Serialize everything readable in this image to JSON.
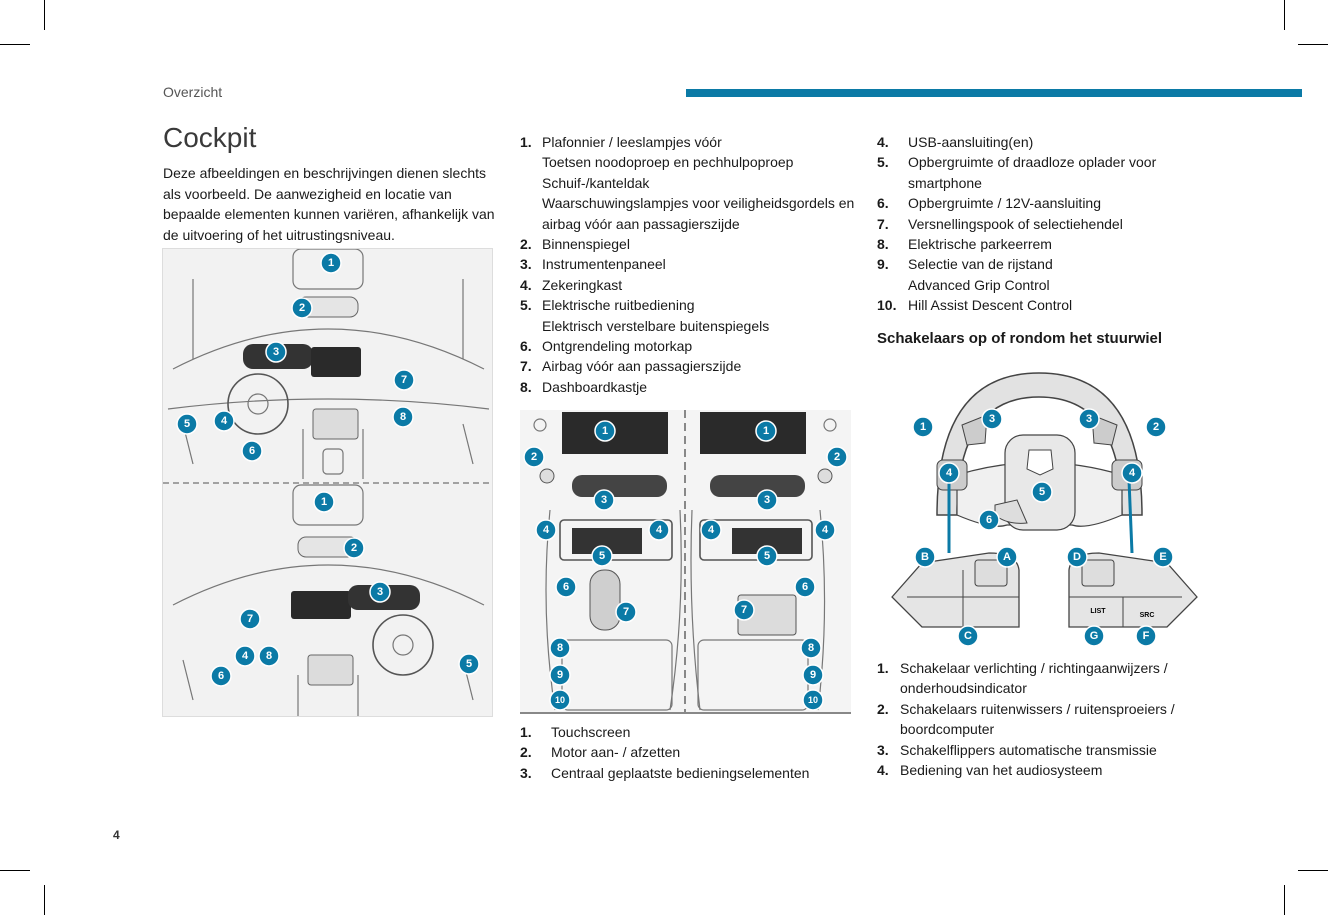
{
  "header": {
    "section_label": "Overzicht"
  },
  "page": {
    "title": "Cockpit",
    "number": "4"
  },
  "intro": "Deze afbeeldingen en beschrijvingen dienen slechts als voorbeeld. De aanwezigheid en locatie van bepaalde elementen kunnen variëren, afhankelijk van de uitvoering of het uitrustingsniveau.",
  "cockpit_list": [
    {
      "num": "1.",
      "text": "Plafonnier / leeslampjes vóór"
    },
    {
      "num": "",
      "text": "Toetsen noodoproep en pechhulpoproep"
    },
    {
      "num": "",
      "text": "Schuif-/kanteldak"
    },
    {
      "num": "",
      "text": "Waarschuwingslampjes voor veiligheidsgordels en airbag vóór aan passagierszijde"
    },
    {
      "num": "2.",
      "text": "Binnenspiegel"
    },
    {
      "num": "3.",
      "text": "Instrumentenpaneel"
    },
    {
      "num": "4.",
      "text": "Zekeringkast"
    },
    {
      "num": "5.",
      "text": "Elektrische ruitbediening"
    },
    {
      "num": "",
      "text": "Elektrisch verstelbare buitenspiegels"
    },
    {
      "num": "6.",
      "text": "Ontgrendeling motorkap"
    },
    {
      "num": "7.",
      "text": "Airbag vóór aan passagierszijde"
    },
    {
      "num": "8.",
      "text": "Dashboardkastje"
    }
  ],
  "console_list_a": [
    {
      "num": "1.",
      "text": "Touchscreen"
    },
    {
      "num": "2.",
      "text": "Motor aan- / afzetten"
    },
    {
      "num": "3.",
      "text": "Centraal geplaatste bedieningselementen"
    }
  ],
  "console_list_b": [
    {
      "num": "4.",
      "text": "USB-aansluiting(en)"
    },
    {
      "num": "5.",
      "text": "Opbergruimte of draadloze oplader voor smartphone"
    },
    {
      "num": "6.",
      "text": "Opbergruimte / 12V-aansluiting"
    },
    {
      "num": "7.",
      "text": "Versnellingspook of selectiehendel"
    },
    {
      "num": "8.",
      "text": "Elektrische parkeerrem"
    },
    {
      "num": "9.",
      "text": "Selectie van de rijstand"
    },
    {
      "num": "",
      "text": "Advanced Grip Control"
    },
    {
      "num": "10.",
      "text": "Hill Assist Descent Control"
    }
  ],
  "steering_heading": "Schakelaars op of rondom het stuurwiel",
  "steering_list": [
    {
      "num": "1.",
      "text": "Schakelaar verlichting / richtingaanwijzers / onderhoudsindicator"
    },
    {
      "num": "2.",
      "text": "Schakelaars ruitenwissers / ruitensproeiers / boordcomputer"
    },
    {
      "num": "3.",
      "text": "Schakelflippers automatische transmissie"
    },
    {
      "num": "4.",
      "text": "Bediening van het audiosysteem"
    }
  ],
  "figure_labels": {
    "steering_buttons": {
      "list": "LIST",
      "src": "SRC"
    },
    "steering_letters": [
      "A",
      "B",
      "C",
      "D",
      "E",
      "F",
      "G"
    ]
  },
  "accent_color": "#0b7aa6"
}
